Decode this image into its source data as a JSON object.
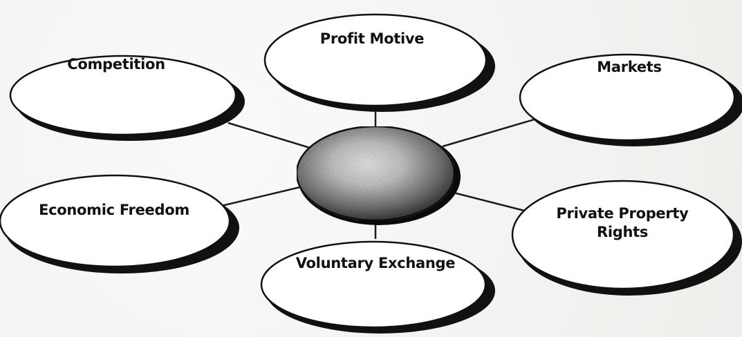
{
  "diagram": {
    "center": {
      "text": ""
    },
    "bubbles": [
      {
        "id": "competition",
        "label": "Competition"
      },
      {
        "id": "profit-motive",
        "label": "Profit Motive"
      },
      {
        "id": "markets",
        "label": "Markets"
      },
      {
        "id": "economic-freedom",
        "label": "Economic Freedom"
      },
      {
        "id": "voluntary-exchange",
        "label": "Voluntary Exchange"
      },
      {
        "id": "private-property-rights",
        "label": "Private Property Rights"
      }
    ]
  }
}
